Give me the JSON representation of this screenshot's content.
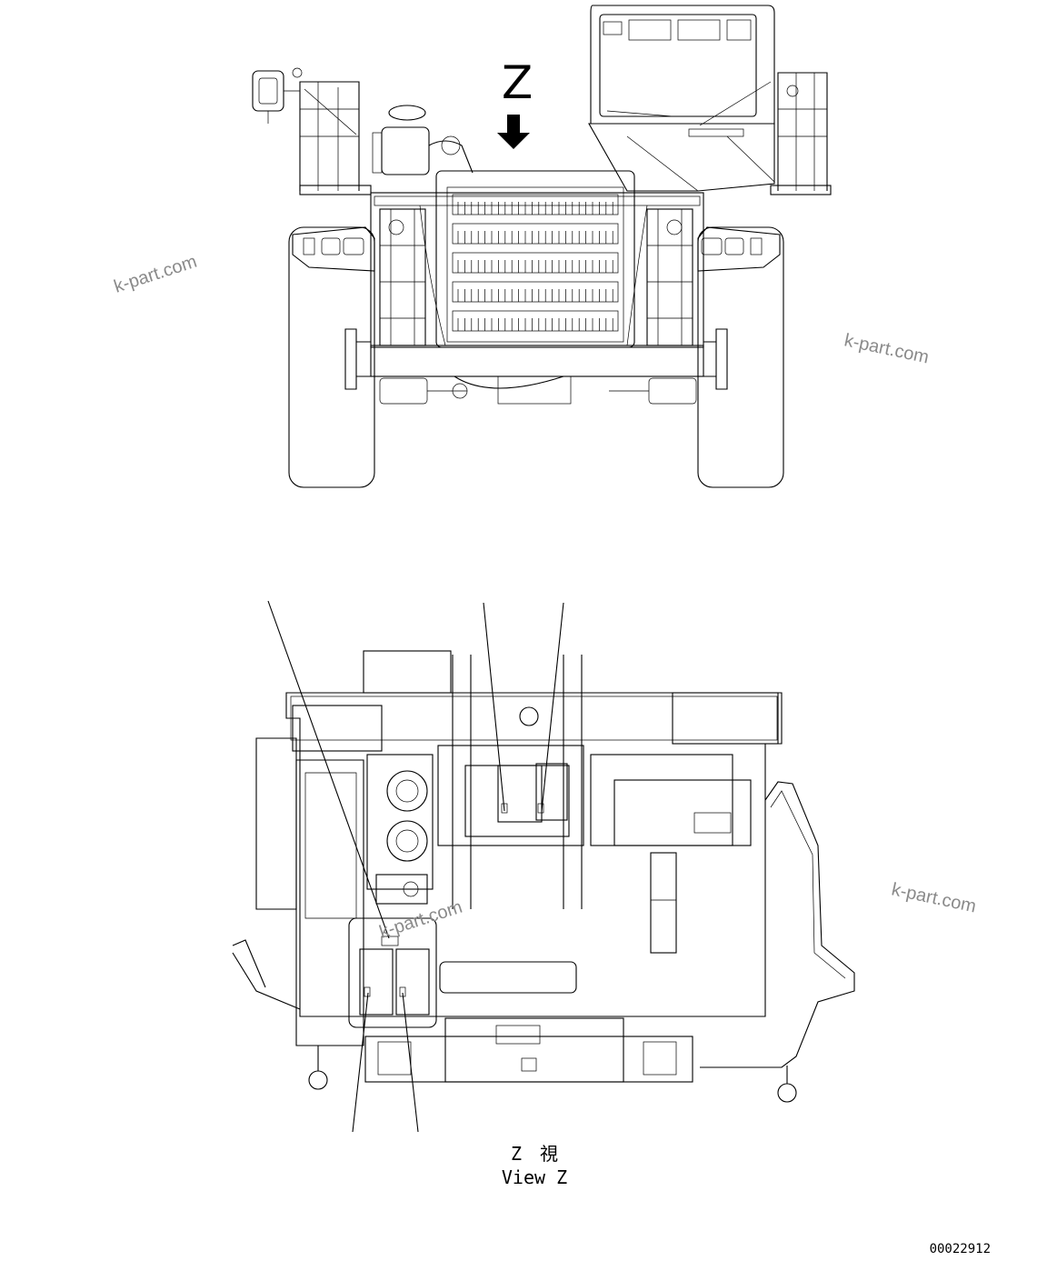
{
  "view_marker": {
    "letter": "Z"
  },
  "view_caption": {
    "jp": "Z　視",
    "en": "View Z"
  },
  "drawing_number": "00022912",
  "watermarks": [
    "k-part.com",
    "k-part.com",
    "k-part.com",
    "k-part.com"
  ]
}
